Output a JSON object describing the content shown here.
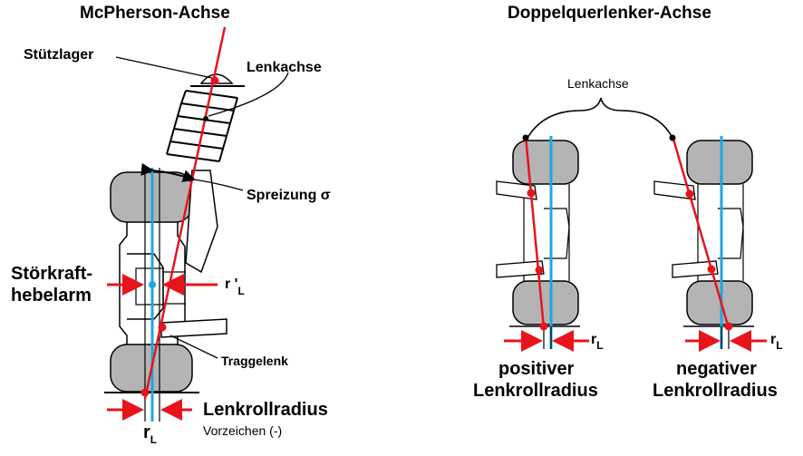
{
  "left": {
    "title": "McPherson-Achse",
    "labels": {
      "stuetzlager": "Stützlager",
      "lenkachse": "Lenkachse",
      "spreizung": "Spreizung σ",
      "stoerkraft_line1": "Störkraft-",
      "stoerkraft_line2": "hebelarm",
      "r_prime": "r '",
      "r_prime_sub": "L",
      "traggelenk": "Traggelenk",
      "lenkrollradius": "Lenkrollradius",
      "r": "r",
      "r_sub": "L",
      "vorzeichen": "Vorzeichen (-)"
    }
  },
  "right": {
    "title": "Doppelquerlenker-Achse",
    "lenkachse": "Lenkachse",
    "positive": {
      "r": "r",
      "r_sub": "L",
      "line1": "positiver",
      "line2": "Lenkrollradius"
    },
    "negative": {
      "r": "r",
      "r_sub": "L",
      "line1": "negativer",
      "line2": "Lenkrollradius"
    }
  },
  "colors": {
    "steering_axis": "#e8141c",
    "wheel_center": "#1ea7e1",
    "tire": "#b4b4b4",
    "outline": "#000000"
  }
}
